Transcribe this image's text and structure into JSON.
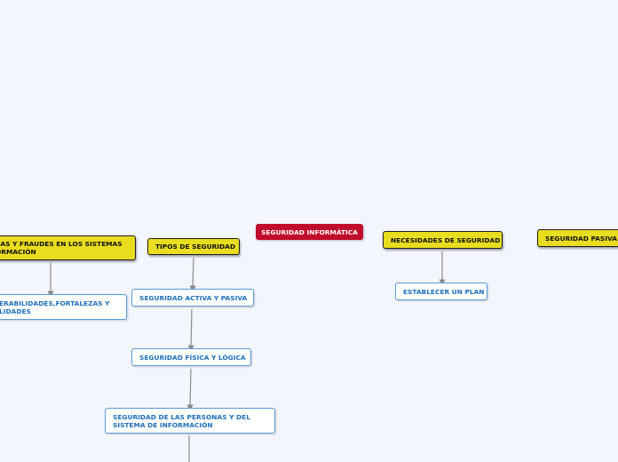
{
  "colors": {
    "background": "#f4f6fd",
    "main_topic": "#e9dd1f",
    "central_topic": "#c10c2c",
    "subtopic_border": "#5b9bd5",
    "subtopic_text": "#1f6fb8",
    "connector": "#8a8a8a"
  },
  "mindmap": {
    "central": "SEGURIDAD INFORMÁTICA",
    "topics": {
      "amenazas": "ZAS Y FRAUDES EN LOS SISTEMAS\nORMACIÓN",
      "tipos": "TIPOS DE SEGURIDAD",
      "necesidades": "NECESIDADES DE SEGURIDAD",
      "pasiva": "SEGURIDAD PASIVA"
    },
    "subtopics": {
      "vulnerabilidades": "ERABILIDADES,FORTALEZAS Y\nLIDADES",
      "activa_pasiva": "SEGURIDAD ACTIVA Y PASIVA",
      "fisica_logica": "SEGURIDAD FÍSICA Y LÓGICA",
      "personas": "SEGURIDAD DE LAS PERSONAS Y DEL\nSISTEMA DE INFORMACIÓN",
      "plan": "ESTABLECER UN PLAN"
    }
  }
}
